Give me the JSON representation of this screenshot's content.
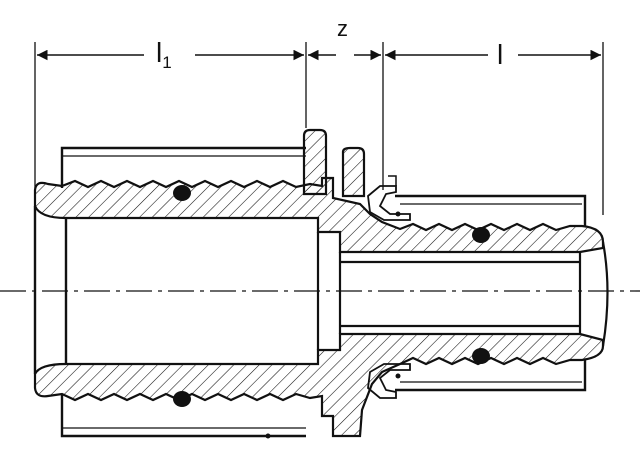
{
  "labels": {
    "dim_l1_main": "l",
    "dim_l1_sub": "1",
    "dim_z": "z",
    "dim_l": "l"
  },
  "colors": {
    "ink": "#111111",
    "paper": "#ffffff"
  }
}
